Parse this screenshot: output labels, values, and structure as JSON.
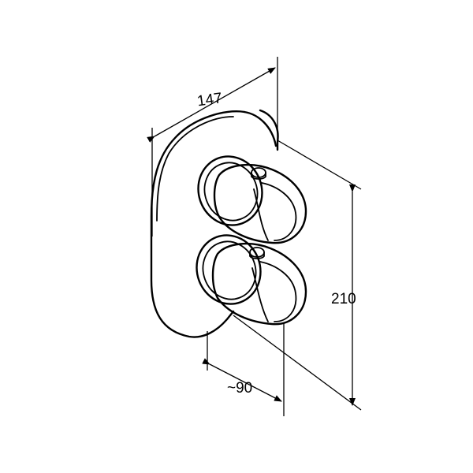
{
  "dimensions": {
    "width": "147",
    "height": "210",
    "depth": "~90"
  },
  "colors": {
    "line": "#000000",
    "background": "#ffffff",
    "shade": "#555555"
  }
}
